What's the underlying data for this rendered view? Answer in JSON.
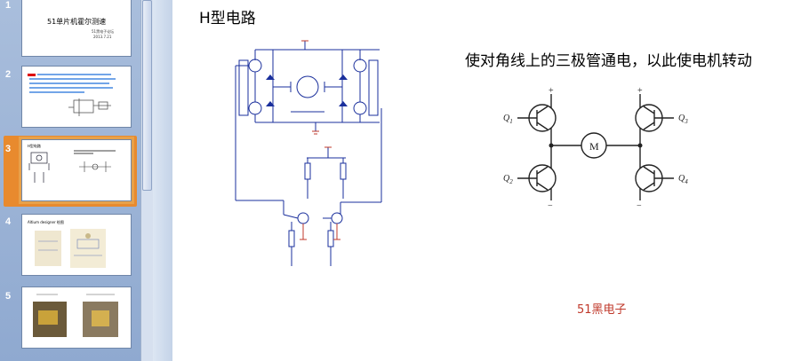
{
  "thumbnails": [
    {
      "num": "1",
      "title": "51单片机霍尔测速",
      "sub1": "51黑电子论坛",
      "sub2": "2013.7.21"
    },
    {
      "num": "2",
      "title": "",
      "sub1": "",
      "sub2": ""
    },
    {
      "num": "3",
      "title": "",
      "sub1": "",
      "sub2": ""
    },
    {
      "num": "4",
      "title": "Altium designer 绘图",
      "sub1": "",
      "sub2": ""
    },
    {
      "num": "5",
      "title": "",
      "sub1": "",
      "sub2": ""
    }
  ],
  "slide": {
    "title": "H型电路",
    "description": "使对角线上的三极管通电，以此使电机转动",
    "brand": "51黑电子"
  },
  "hbridge": {
    "labels": {
      "q1": "Q",
      "q1_sub": "1",
      "q2": "Q",
      "q2_sub": "2",
      "q3": "Q",
      "q3_sub": "3",
      "q4": "Q",
      "q4_sub": "4",
      "motor": "M",
      "plus": "+",
      "minus": "−"
    }
  },
  "colors": {
    "panel_bg": "#8fa9d0",
    "selection": "#e88a2e",
    "brand_red": "#c0392b",
    "schematic_blue": "#1a2f9c",
    "schematic_red": "#c0392b"
  }
}
